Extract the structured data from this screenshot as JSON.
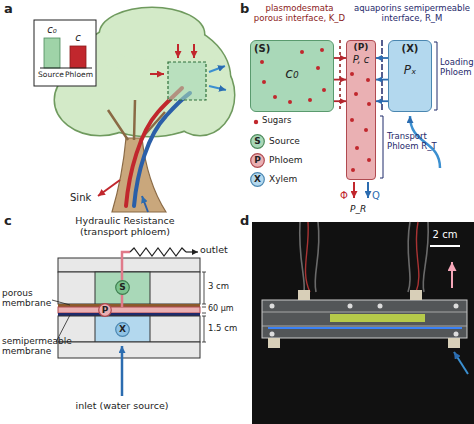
{
  "diagram": {
    "nodes": [
      {
        "text": [
          "(S)",
          "c₀"
        ]
      },
      {
        "text": [
          "(P)",
          "P, c"
        ]
      },
      {
        "text": [
          "(X)",
          "Pₓ"
        ]
      },
      {
        "text": [
          "S",
          "Source"
        ]
      },
      {
        "text": [
          "P",
          "Phloem"
        ]
      },
      {
        "text": [
          "X",
          "Xylem"
        ]
      },
      {
        "text": [
          "S"
        ]
      },
      {
        "text": [
          "P"
        ]
      },
      {
        "text": [
          "X"
        ]
      }
    ],
    "edges": [
      {
        "from": 0,
        "to": 1,
        "arrow": "to"
      },
      {
        "from": 0,
        "to": 1,
        "arrow": "to"
      },
      {
        "from": 0,
        "to": 1,
        "arrow": "to"
      },
      {
        "from": 2,
        "to": 1,
        "arrow": "to"
      },
      {
        "from": 2,
        "to": 1,
        "arrow": "to"
      },
      {
        "from": 2,
        "to": 1,
        "arrow": "to"
      }
    ],
    "labels": [
      "a",
      "b",
      "c",
      "d",
      "c₀",
      "c",
      "Source",
      "Phloem",
      "Sink",
      "plasmodesmata porous interface, K_D",
      "aquaporins semipermeable interface, R_M",
      "Sugars",
      "Loading Phloem",
      "Transport Phloem R_T",
      "Φ",
      "Q",
      "P_R",
      "Hydraulic Resistance (transport phloem)",
      "outlet",
      "porous membrane",
      "3 cm",
      "60 μm",
      "1.5 cm",
      "semipermeable membrane",
      "inlet (water source)",
      "2 cm"
    ]
  }
}
